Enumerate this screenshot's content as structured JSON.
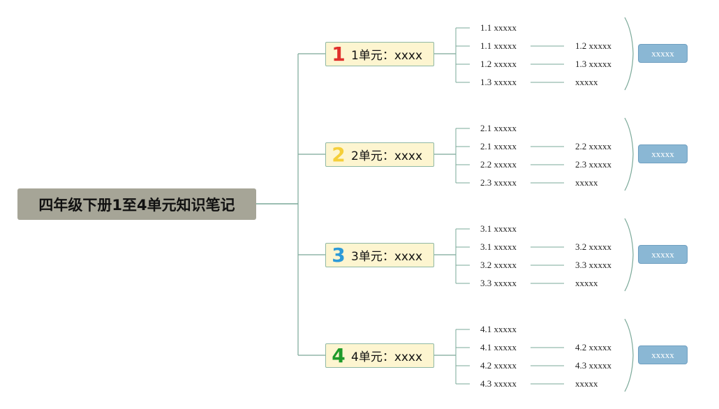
{
  "root": {
    "title": "四年级下册1至4单元知识笔记"
  },
  "colors": {
    "line": "#7aa898",
    "root_bg": "#a6a597",
    "unit_bg": "#fdf5d0",
    "summary_bg": "#8ab7d4"
  },
  "units": [
    {
      "number": "1",
      "color": "#e0302c",
      "label": "1单元：xxxx",
      "col1": [
        "1.1 xxxxx",
        "1.1 xxxxx",
        "1.2 xxxxx",
        "1.3 xxxxx"
      ],
      "col2": [
        "1.2 xxxxx",
        "1.3 xxxxx",
        "xxxxx"
      ],
      "summary": "xxxxx"
    },
    {
      "number": "2",
      "color": "#f5cf3a",
      "label": "2单元：xxxx",
      "col1": [
        "2.1 xxxxx",
        "2.1 xxxxx",
        "2.2 xxxxx",
        "2.3 xxxxx"
      ],
      "col2": [
        "2.2 xxxxx",
        "2.3 xxxxx",
        "xxxxx"
      ],
      "summary": "xxxxx"
    },
    {
      "number": "3",
      "color": "#2d9ad8",
      "label": "3单元：xxxx",
      "col1": [
        "3.1 xxxxx",
        "3.1 xxxxx",
        "3.2 xxxxx",
        "3.3 xxxxx"
      ],
      "col2": [
        "3.2 xxxxx",
        "3.3 xxxxx",
        "xxxxx"
      ],
      "summary": "xxxxx"
    },
    {
      "number": "4",
      "color": "#1f9a2a",
      "label": "4单元：xxxx",
      "col1": [
        "4.1 xxxxx",
        "4.1 xxxxx",
        "4.2 xxxxx",
        "4.3 xxxxx"
      ],
      "col2": [
        "4.2 xxxxx",
        "4.3 xxxxx",
        "xxxxx"
      ],
      "summary": "xxxxx"
    }
  ]
}
